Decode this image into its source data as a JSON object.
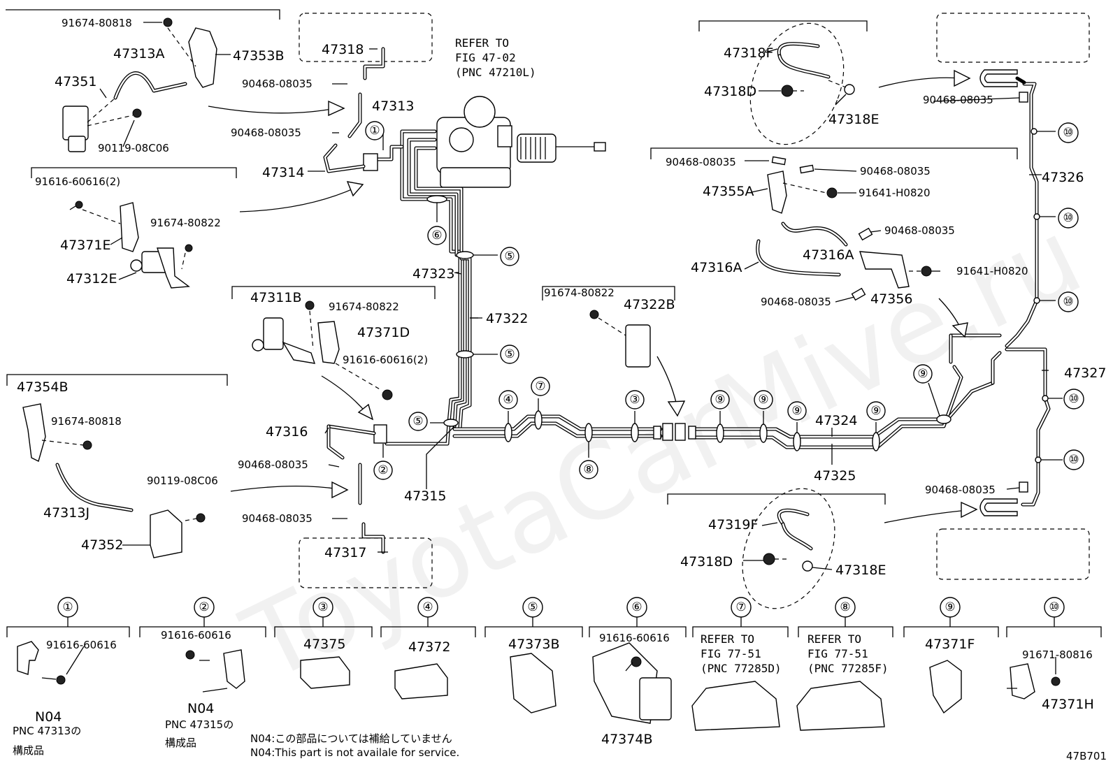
{
  "watermark": "ToyotaCarMive.ru",
  "diagram_code": "47B701",
  "refer_fig": {
    "line1": "REFER TO",
    "line2": "FIG 47-02",
    "line3": "(PNC 47210L)"
  },
  "labels": {
    "p91674_80818_top": "91674-80818",
    "p47313A": "47313A",
    "p47353B": "47353B",
    "p47351": "47351",
    "p90119_08C06_top": "90119-08C06",
    "p47318": "47318",
    "p90468_08035_a": "90468-08035",
    "p47313": "47313",
    "p90468_08035_b": "90468-08035",
    "p47314": "47314",
    "p91616_60616_2_top": "91616-60616(2)",
    "p91674_80822_left": "91674-80822",
    "p47371E": "47371E",
    "p47312E": "47312E",
    "p47323": "47323",
    "p47322": "47322",
    "p47311B": "47311B",
    "p91674_80822_mid": "91674-80822",
    "p47371D": "47371D",
    "p91616_60616_2_mid": "91616-60616(2)",
    "p47354B": "47354B",
    "p91674_80818_mid": "91674-80818",
    "p47316": "47316",
    "p90468_08035_c": "90468-08035",
    "p90119_08C06_mid": "90119-08C06",
    "p47313J": "47313J",
    "p47315": "47315",
    "p90468_08035_d": "90468-08035",
    "p47352": "47352",
    "p47317": "47317",
    "p91674_80822_right": "91674-80822",
    "p47322B": "47322B",
    "p47318F": "47318F",
    "p47318D_top": "47318D",
    "p47318E_top": "47318E",
    "p90468_08035_e": "90468-08035",
    "p90468_08035_f": "90468-08035",
    "p90468_08035_g": "90468-08035",
    "p47355A": "47355A",
    "p91641_H0820_a": "91641-H0820",
    "p90468_08035_h": "90468-08035",
    "p47316A_right": "47316A",
    "p47316A_left": "47316A",
    "p91641_H0820_b": "91641-H0820",
    "p90468_08035_i": "90468-08035",
    "p47356": "47356",
    "p47326": "47326",
    "p47327": "47327",
    "p47324": "47324",
    "p47325": "47325",
    "p90468_08035_j": "90468-08035",
    "p47319F": "47319F",
    "p47318D_bot": "47318D",
    "p47318E_bot": "47318E"
  },
  "callout_numbers": [
    "①",
    "②",
    "③",
    "④",
    "⑤",
    "⑥",
    "⑦",
    "⑧",
    "⑨",
    "⑩"
  ],
  "legend": {
    "c1_part": "91616-60616",
    "c1_code": "N04",
    "c1_note_line1": "PNC 47313の",
    "c1_note_line2": "構成品",
    "c2_part": "91616-60616",
    "c2_code": "N04",
    "c2_note_line1": "PNC 47315の",
    "c2_note_line2": "構成品",
    "c3_part": "47375",
    "c4_part": "47372",
    "c5_part": "47373B",
    "c6_part_top": "91616-60616",
    "c6_part_bot": "47374B",
    "c7_line1": "REFER TO",
    "c7_line2": "FIG 77-51",
    "c7_line3": "(PNC 77285D)",
    "c8_line1": "REFER TO",
    "c8_line2": "FIG 77-51",
    "c8_line3": "(PNC 77285F)",
    "c9_part": "47371F",
    "c10_part_top": "91671-80816",
    "c10_part_bot": "47371H"
  },
  "footnote": {
    "line_jp": "N04:この部品については補給していません",
    "line_en": "N04:This part is not availale for service."
  }
}
